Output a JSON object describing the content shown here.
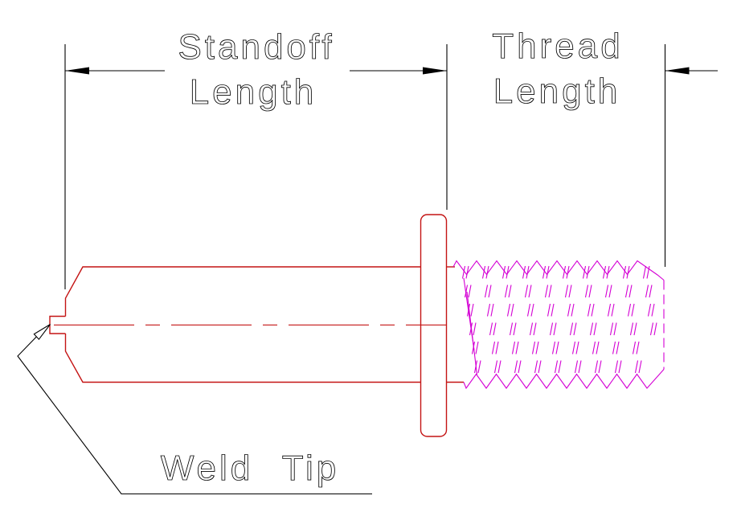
{
  "colors": {
    "outline": "#c41414",
    "thread": "#d400d4",
    "annotation": "#000000",
    "background": "#ffffff"
  },
  "dimensions": {
    "standoff": {
      "line1": "Standoff",
      "line2": "Length"
    },
    "thread": {
      "line1": "Thread",
      "line2": "Length"
    }
  },
  "callouts": {
    "weld_tip": "Weld Tip"
  }
}
